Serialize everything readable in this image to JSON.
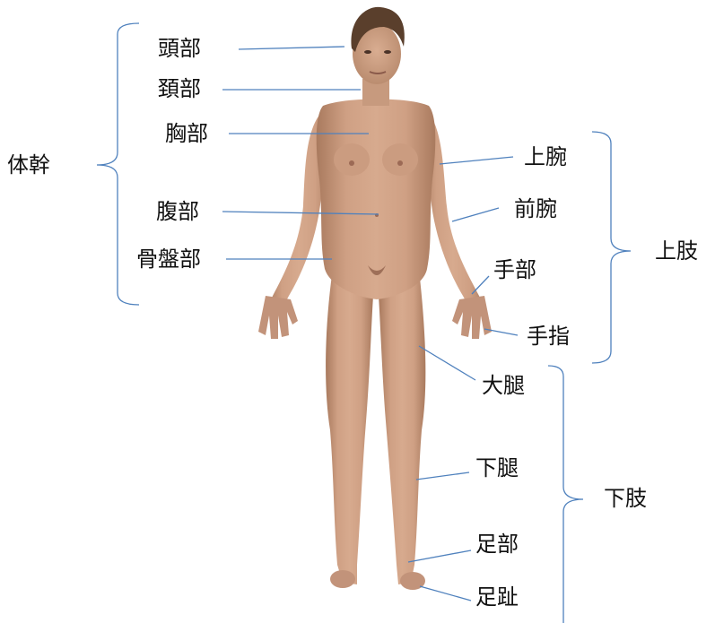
{
  "labels": {
    "torso": "体幹",
    "head": "頭部",
    "neck": "頚部",
    "chest": "胸部",
    "abdomen": "腹部",
    "pelvis": "骨盤部",
    "upper_limb": "上肢",
    "upper_arm": "上腕",
    "forearm": "前腕",
    "hand": "手部",
    "fingers": "手指",
    "lower_limb": "下肢",
    "thigh": "大腿",
    "lower_leg": "下腿",
    "foot": "足部",
    "toes": "足趾"
  },
  "colors": {
    "leader_line": "#4f81bd",
    "skin": "#c99a7d",
    "skin_shadow": "#a97a5e",
    "hair": "#5a3f2c"
  }
}
